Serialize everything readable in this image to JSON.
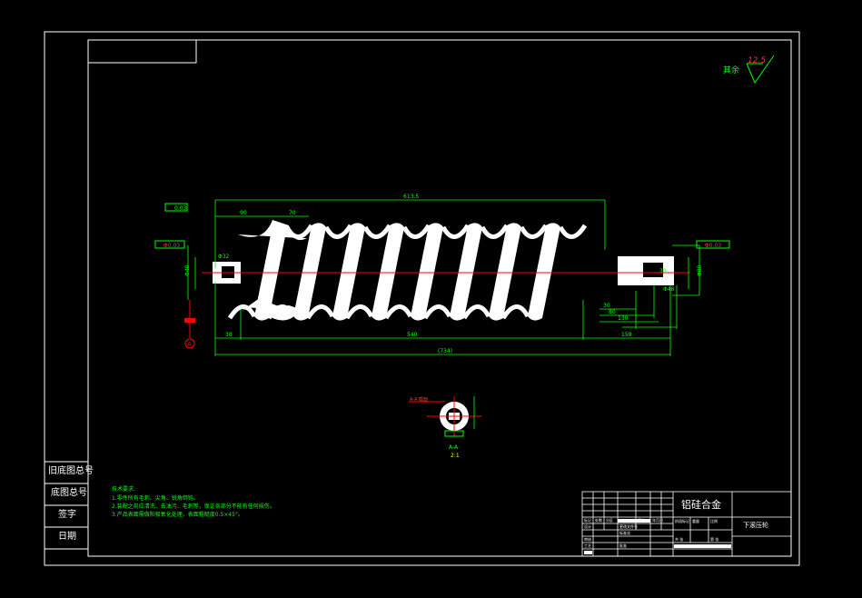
{
  "colors": {
    "frame": "#ffffff",
    "dim": "#00ff00",
    "center": "#ff0000",
    "part": "#ffffff",
    "note": "#00ff00",
    "badge": "#ff3333"
  },
  "roughness": {
    "label": "其余",
    "value": "12.5"
  },
  "dims": {
    "total": "(734)",
    "body": "613.5",
    "left_end": "38",
    "body_len": "540",
    "right_end": "159",
    "seg1": "90",
    "seg2": "70",
    "r1": "30",
    "r2": "80",
    "r3": "130",
    "r4": "30",
    "d1": "Φ40",
    "d2": "Φ80",
    "side_l": "Φ32",
    "side_r": "Φ48"
  },
  "tolerances": {
    "left_top": "0.03",
    "left_mid": "Φ0.03",
    "right": "Φ0.03"
  },
  "datum": "A",
  "section": {
    "title": "A-A",
    "scale": "2:1",
    "label": "A-A 截面"
  },
  "left_labels": [
    "旧底图总号",
    "底图总号",
    "签字",
    "日期"
  ],
  "notes": {
    "title": "技术要求:",
    "lines": [
      "1.零件所有毛刺、尖角、锐角倒钝。",
      "2.装配之前应清洗、去油污、毛刺等，保证各部分不能有任何损伤。",
      "3.产品表面需做阳极氧化处理，表面粗糙度0.5×45°。"
    ]
  },
  "title_block": {
    "material": "铝硅合金",
    "name": "下滚压轮",
    "cells": [
      "标记",
      "处数",
      "分区",
      "更改文件号",
      "签名",
      "年月日",
      "设计",
      "标准化",
      "阶段标记",
      "重量",
      "比例",
      "审核",
      "工艺",
      "批准",
      "共 张",
      "第 张"
    ]
  }
}
